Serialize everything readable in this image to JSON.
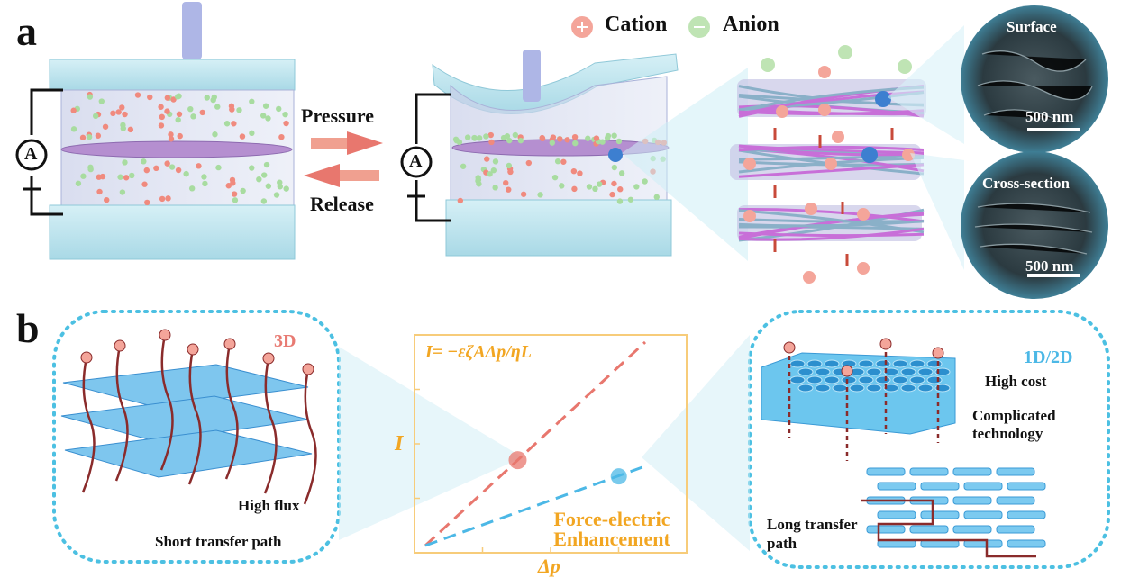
{
  "panel_a": {
    "letter": "a",
    "legend": {
      "cation": "Cation",
      "anion": "Anion"
    },
    "arrows": {
      "pressure": "Pressure",
      "release": "Release"
    },
    "ammeter": "A",
    "sem": [
      {
        "title": "Surface",
        "scale": "500 nm"
      },
      {
        "title": "Cross-section",
        "scale": "500 nm"
      }
    ],
    "colors": {
      "cation": "#f08a7e",
      "anion": "#a8dca0",
      "plate": "#bfe6f0",
      "membrane": "#b58fd0"
    }
  },
  "panel_b": {
    "letter": "b",
    "left": {
      "tag": "3D",
      "notes": [
        "High flux",
        "Short transfer path"
      ]
    },
    "right": {
      "tag": "1D/2D",
      "notes": [
        "High cost",
        "Complicated technology",
        "Long transfer path"
      ]
    },
    "chart_data": {
      "type": "line",
      "equation": "I= −εζAΔp/ηL",
      "xlabel": "Δp",
      "ylabel": "I",
      "annotation": "Force-electric Enhancement",
      "series": [
        {
          "color": "#e8776e",
          "x": [
            0,
            1
          ],
          "y": [
            0,
            1
          ]
        },
        {
          "color": "#4cb8e6",
          "x": [
            0,
            1
          ],
          "y": [
            0,
            0.39
          ]
        }
      ],
      "markers": [
        {
          "series": 0,
          "x": 0.42,
          "y": 0.42
        },
        {
          "series": 1,
          "x": 0.88,
          "y": 0.34
        }
      ]
    }
  }
}
